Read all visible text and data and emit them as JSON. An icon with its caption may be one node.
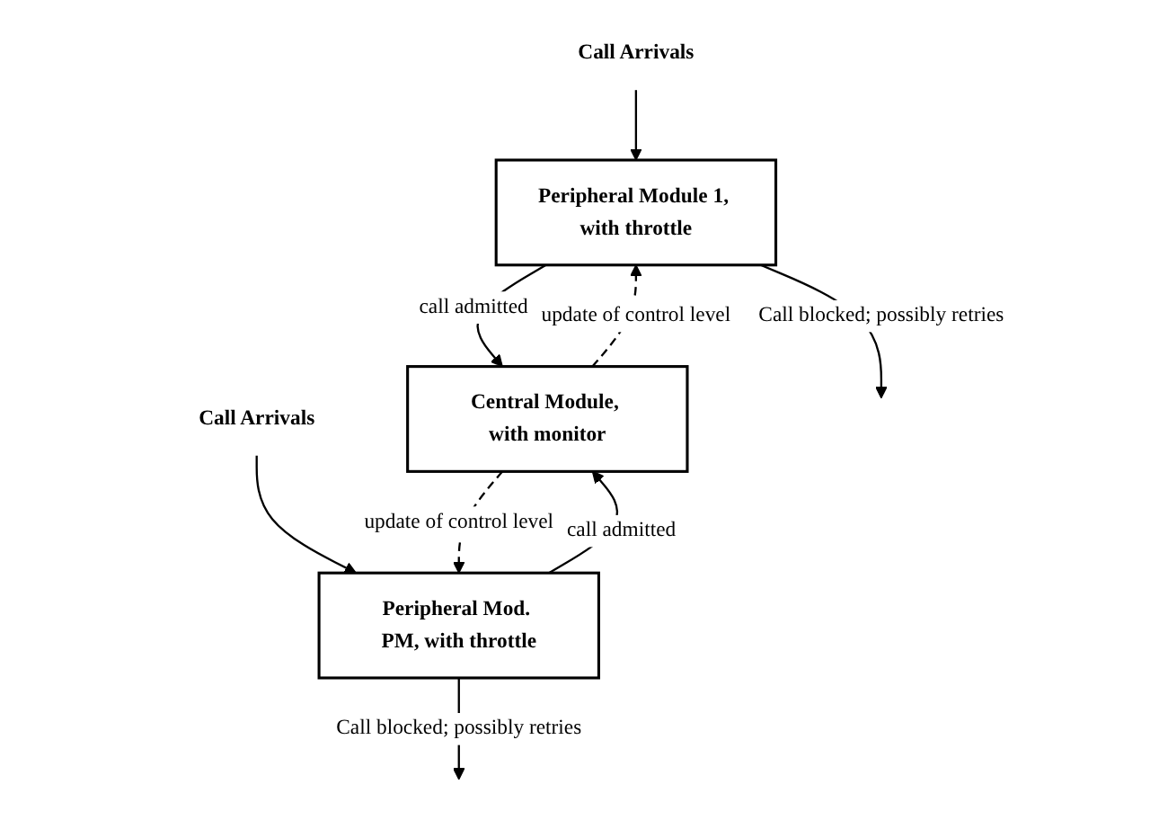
{
  "diagram": {
    "nodes": [
      {
        "text": [
          "Call Arrivals"
        ]
      },
      {
        "text": [
          "Peripheral Module 1, with throttle"
        ]
      },
      {
        "text": [
          "Central Module, with monitor"
        ]
      },
      {
        "text": [
          "Call Arrivals"
        ]
      },
      {
        "text": [
          "Peripheral Mod. PM, with throttle"
        ]
      }
    ],
    "edges": [
      {
        "from": 0,
        "to": 1,
        "arrow": "to"
      },
      {
        "from": 1,
        "to": null,
        "arrow": "to",
        "label": "Call blocked; possibly retries"
      },
      {
        "from": 1,
        "to": 2,
        "arrow": "to",
        "label": "call admitted"
      },
      {
        "from": 2,
        "to": 1,
        "arrow": "to",
        "label": "update of control level",
        "style": "dashed"
      },
      {
        "from": 3,
        "to": 4,
        "arrow": "to"
      },
      {
        "from": 4,
        "to": 2,
        "arrow": "to",
        "label": "call admitted"
      },
      {
        "from": 4,
        "to": null,
        "arrow": "to",
        "label": "Call blocked; possibly retries"
      },
      {
        "from": 2,
        "to": 4,
        "arrow": "to",
        "label": "update of control level",
        "style": "dashed"
      }
    ]
  }
}
